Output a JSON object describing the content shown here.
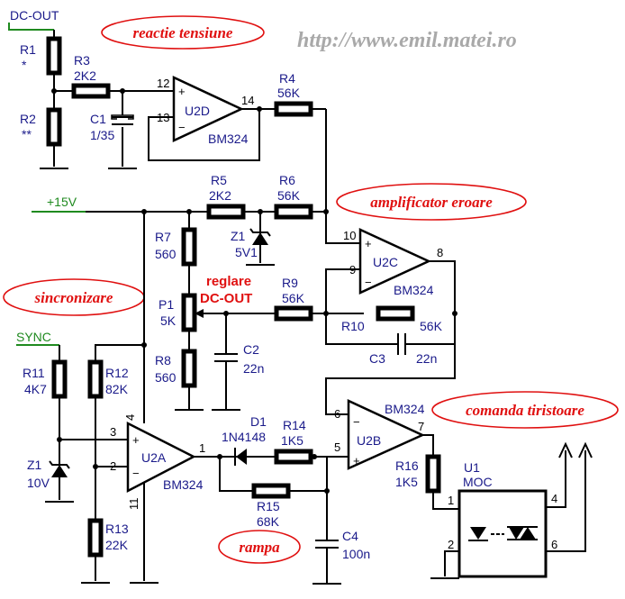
{
  "website": "http://www.emil.matei.ro",
  "captions": {
    "feedback": "reactie tensiune",
    "error_amp": "amplificator eroare",
    "sync": "sincronizare",
    "thyristor": "comanda tiristoare",
    "ramp": "rampa"
  },
  "nets": {
    "dc_out": "DC-OUT",
    "supply": "+15V",
    "sync": "SYNC"
  },
  "adjust_label": {
    "line1": "reglare",
    "line2": "DC-OUT"
  },
  "components": {
    "R1": {
      "name": "R1",
      "value": "*"
    },
    "R2": {
      "name": "R2",
      "value": "**"
    },
    "R3": {
      "name": "R3",
      "value": "2K2"
    },
    "C1": {
      "name": "C1",
      "value": "1/35"
    },
    "R4": {
      "name": "R4",
      "value": "56K"
    },
    "R5": {
      "name": "R5",
      "value": "2K2"
    },
    "R6": {
      "name": "R6",
      "value": "56K"
    },
    "R7": {
      "name": "R7",
      "value": "560"
    },
    "Z1a": {
      "name": "Z1",
      "value": "5V1"
    },
    "P1": {
      "name": "P1",
      "value": "5K"
    },
    "R8": {
      "name": "R8",
      "value": "560"
    },
    "C2": {
      "name": "C2",
      "value": "22n"
    },
    "R9": {
      "name": "R9",
      "value": "56K"
    },
    "R10": {
      "name": "R10",
      "value": "56K"
    },
    "C3": {
      "name": "C3",
      "value": "22n"
    },
    "R11": {
      "name": "R11",
      "value": "4K7"
    },
    "R12": {
      "name": "R12",
      "value": "82K"
    },
    "R13": {
      "name": "R13",
      "value": "22K"
    },
    "Z1b": {
      "name": "Z1",
      "value": "10V"
    },
    "D1": {
      "name": "D1",
      "value": "1N4148"
    },
    "R14": {
      "name": "R14",
      "value": "1K5"
    },
    "R15": {
      "name": "R15",
      "value": "68K"
    },
    "C4": {
      "name": "C4",
      "value": "100n"
    },
    "R16": {
      "name": "R16",
      "value": "1K5"
    },
    "U1": {
      "name": "U1",
      "value": "MOC"
    }
  },
  "opamps": {
    "U2D": {
      "name": "U2D",
      "part": "BM324"
    },
    "U2C": {
      "name": "U2C",
      "part": "BM324"
    },
    "U2A": {
      "name": "U2A",
      "part": "BM324"
    },
    "U2B": {
      "name": "U2B",
      "part": "BM324"
    }
  },
  "pins": {
    "u2d_plus": "12",
    "u2d_minus": "13",
    "u2d_out": "14",
    "u2c_plus": "10",
    "u2c_minus": "9",
    "u2c_out": "8",
    "u2a_plus": "3",
    "u2a_minus": "2",
    "u2a_out": "1",
    "u2a_vcc": "4",
    "u2a_gnd": "11",
    "u2b_minus": "6",
    "u2b_plus": "5",
    "u2b_out": "7",
    "u1_1": "1",
    "u1_2": "2",
    "u1_4": "4",
    "u1_6": "6"
  },
  "signs": {
    "plus": "+",
    "minus": "−"
  }
}
